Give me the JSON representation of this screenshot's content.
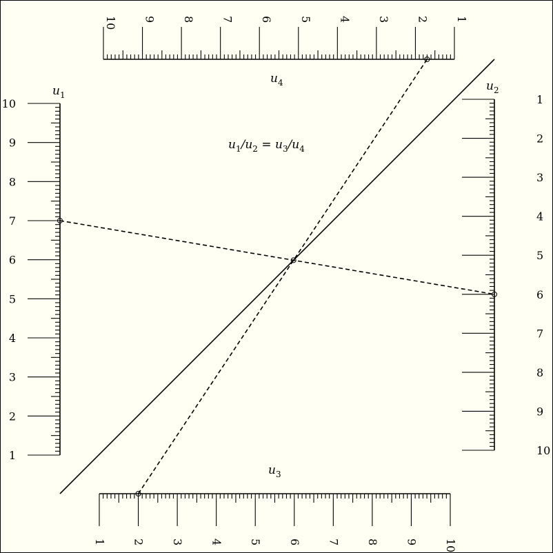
{
  "equation": {
    "base": [
      "u",
      "/u",
      " = u",
      "/u"
    ],
    "subs": [
      "1",
      "2",
      "3",
      "4"
    ]
  },
  "scales": {
    "u1": {
      "name": "u",
      "sub": "1",
      "labels": [
        "1",
        "2",
        "3",
        "4",
        "5",
        "6",
        "7",
        "8",
        "9",
        "10"
      ]
    },
    "u2": {
      "name": "u",
      "sub": "2",
      "labels": [
        "1",
        "2",
        "3",
        "4",
        "5",
        "6",
        "7",
        "8",
        "9",
        "10"
      ]
    },
    "u3": {
      "name": "u",
      "sub": "3",
      "labels": [
        "1",
        "2",
        "3",
        "4",
        "5",
        "6",
        "7",
        "8",
        "9",
        "10"
      ]
    },
    "u4": {
      "name": "u",
      "sub": "4",
      "labels": [
        "1",
        "2",
        "3",
        "4",
        "5",
        "6",
        "7",
        "8",
        "9",
        "10"
      ]
    }
  },
  "example": {
    "u1": 7,
    "u2": 6,
    "u3": 2,
    "u4": 1.7
  },
  "colors": {
    "background": "#fffff3",
    "ink": "#000000"
  }
}
